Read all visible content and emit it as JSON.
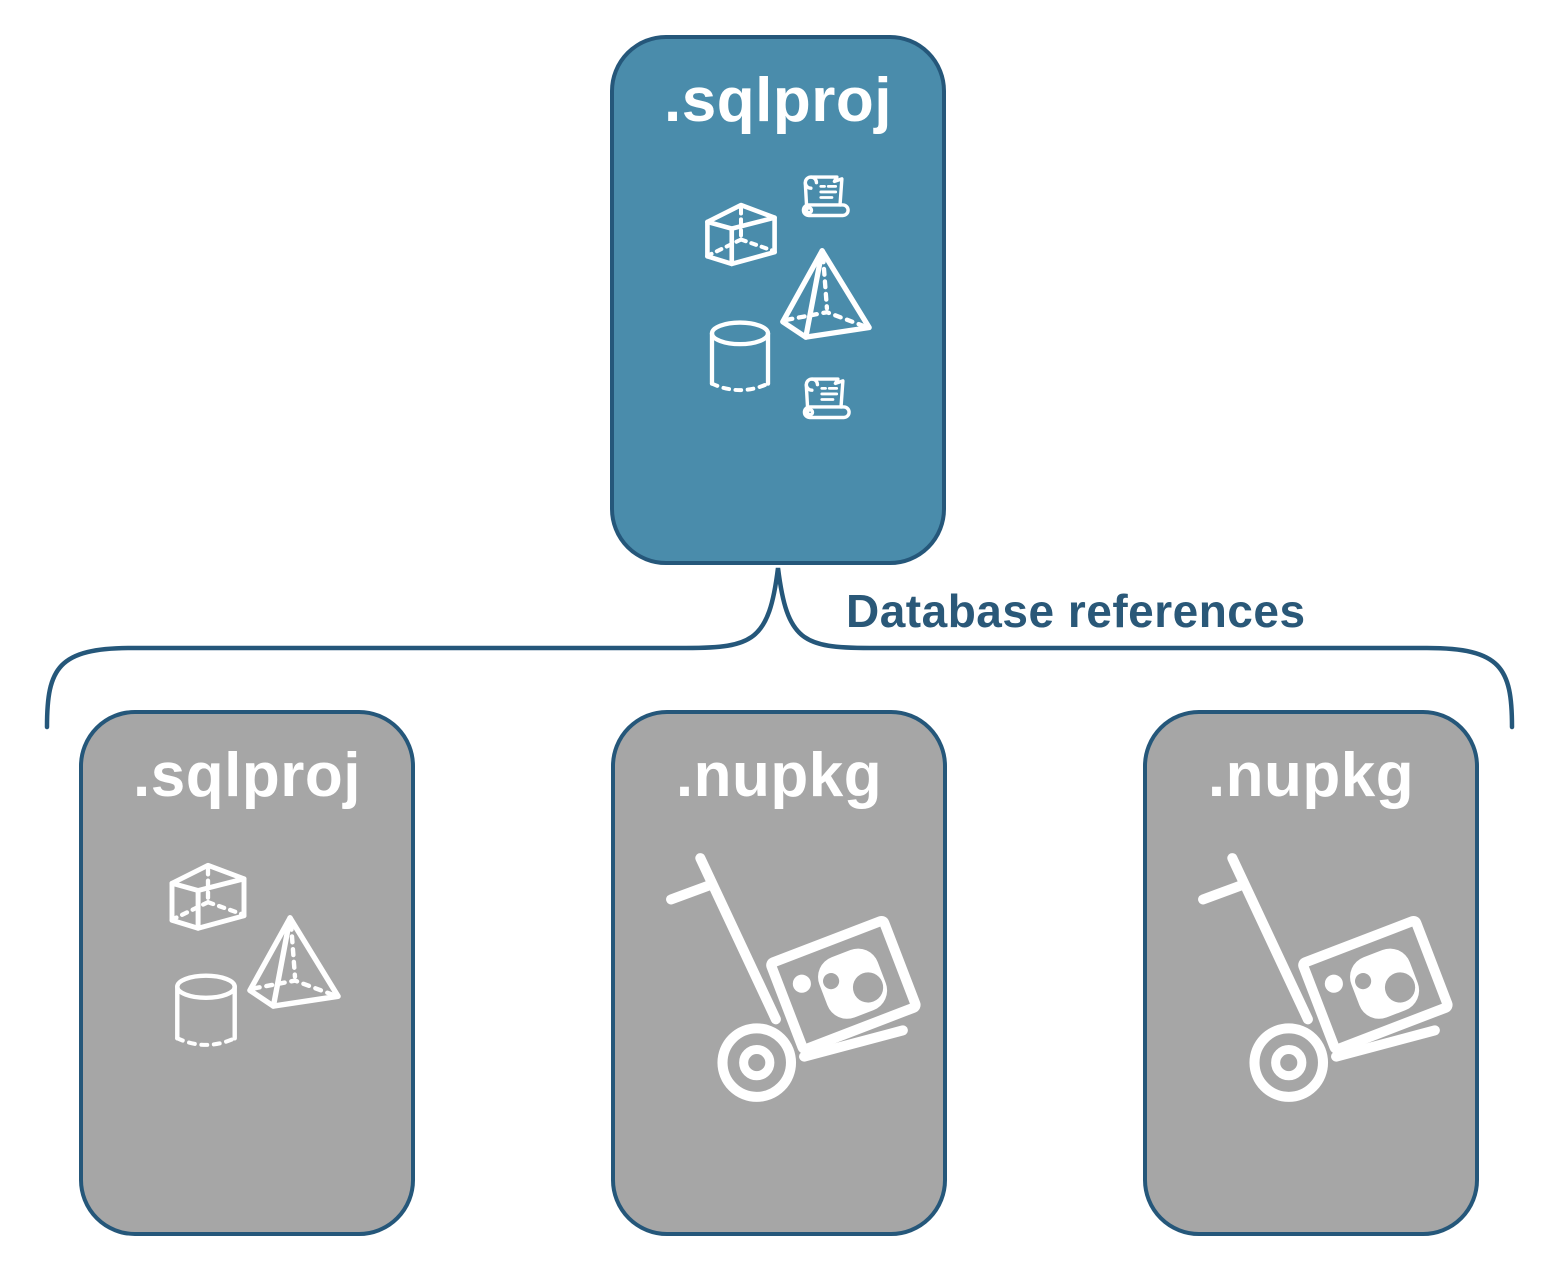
{
  "diagram": {
    "root": {
      "label": ".sqlproj"
    },
    "connector": {
      "label": "Database references"
    },
    "children": [
      {
        "label": ".sqlproj",
        "kind": "sqlproj"
      },
      {
        "label": ".nupkg",
        "kind": "nupkg"
      },
      {
        "label": ".nupkg",
        "kind": "nupkg"
      }
    ]
  },
  "icons": {
    "root": [
      "cube-icon",
      "scroll-icon",
      "pyramid-icon",
      "cylinder-icon",
      "scroll-icon"
    ],
    "sqlproj_child": [
      "cube-icon",
      "pyramid-icon",
      "cylinder-icon"
    ],
    "nupkg_child": [
      "handtruck-package-icon"
    ]
  },
  "colors": {
    "root_fill": "#4a8cab",
    "child_fill": "#a6a6a6",
    "border": "#25577a",
    "label_text": "#2a5878",
    "icon": "#ffffff"
  }
}
